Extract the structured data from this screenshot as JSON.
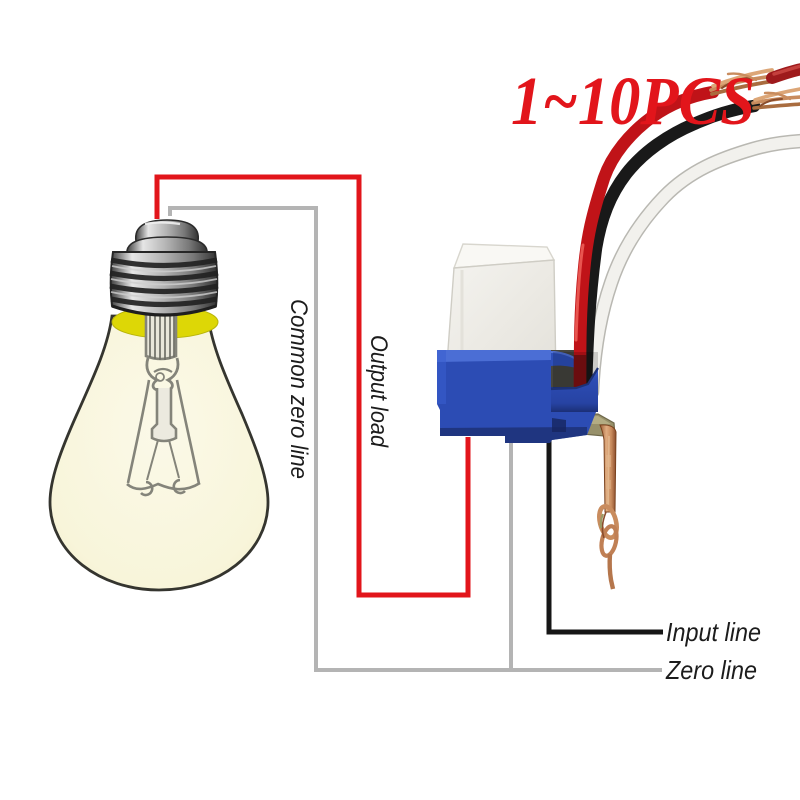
{
  "figure": {
    "badge": "1~10PCS",
    "labels": {
      "common_zero": "Common zero line",
      "output_load": "Output load",
      "input_line": "Input line",
      "zero_line": "Zero line"
    },
    "colors": {
      "badge_red": "#e2151b",
      "line_red": "#e2151b",
      "line_gray": "#b4b4b4",
      "line_black": "#161616",
      "label_text": "#1c1c1c",
      "base_blue": "#2c4cb4",
      "glow_yellow": "#ddd706",
      "wire_red": "#c01318",
      "wire_white": "#f2f1ed",
      "copper": "#c98c5e"
    }
  }
}
